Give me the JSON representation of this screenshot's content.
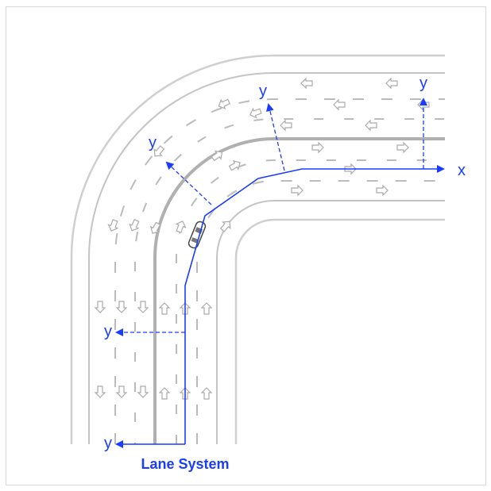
{
  "caption": "Lane System",
  "axis_labels": {
    "x": "x",
    "y": "y"
  },
  "colors": {
    "axis": "#1a3cff",
    "road": "#b8b8b8",
    "arrow": "#aaaaaa"
  }
}
